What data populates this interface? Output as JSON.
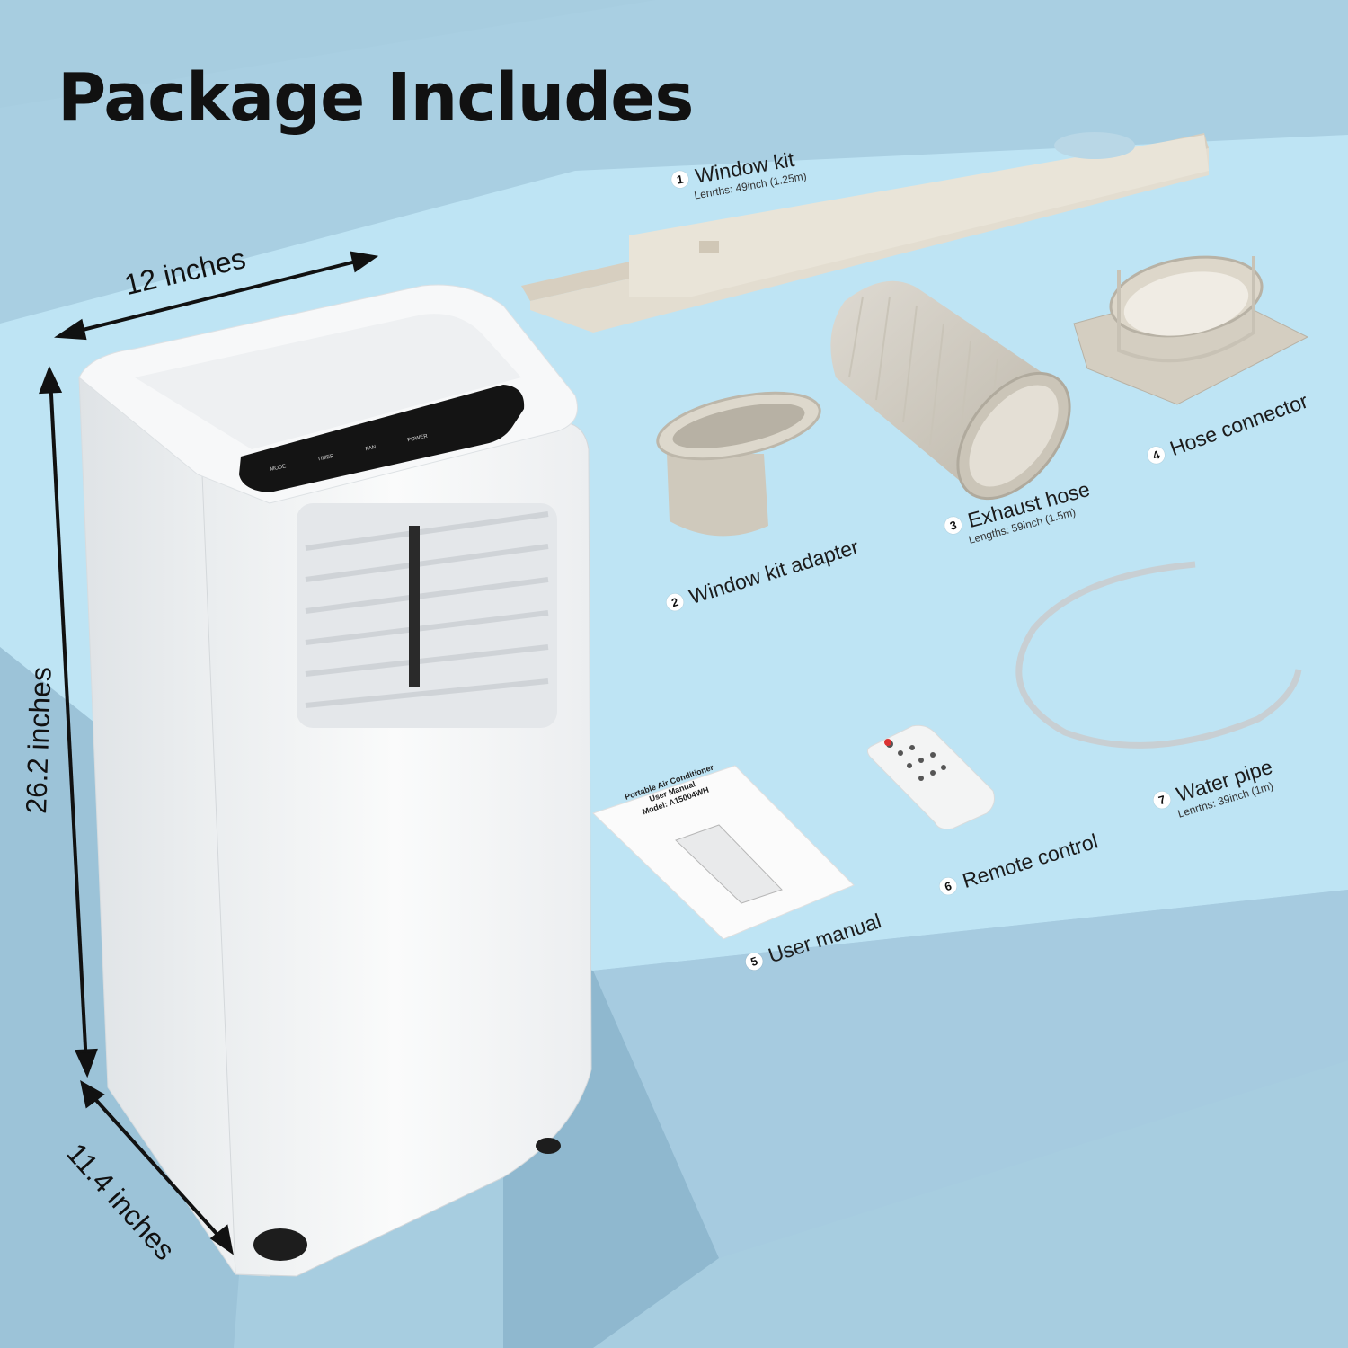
{
  "title": "Package Includes",
  "dimensions": {
    "width": "12 inches",
    "height": "26.2 inches",
    "depth": "11.4 inches"
  },
  "items": [
    {
      "num": "1",
      "name": "Window kit",
      "spec": "Lenrths: 49inch (1.25m)"
    },
    {
      "num": "2",
      "name": "Window kit adapter",
      "spec": ""
    },
    {
      "num": "3",
      "name": "Exhaust hose",
      "spec": "Lengths: 59inch (1.5m)"
    },
    {
      "num": "4",
      "name": "Hose connector",
      "spec": ""
    },
    {
      "num": "5",
      "name": "User manual",
      "spec": ""
    },
    {
      "num": "6",
      "name": "Remote control",
      "spec": ""
    },
    {
      "num": "7",
      "name": "Water pipe",
      "spec": "Lenrths: 39inch (1m)"
    }
  ],
  "control_panel": {
    "mode": "MODE",
    "timer": "TIMER",
    "fan": "FAN",
    "power": "POWER"
  },
  "manual": {
    "line1": "Portable Air Conditioner",
    "line2": "User Manual",
    "line3": "Model: A15004WH"
  },
  "colors": {
    "background": "#a7cde0",
    "surface_top": "#bde3f3",
    "accessory": "#d6d0c3",
    "unit": "#f4f5f6"
  }
}
